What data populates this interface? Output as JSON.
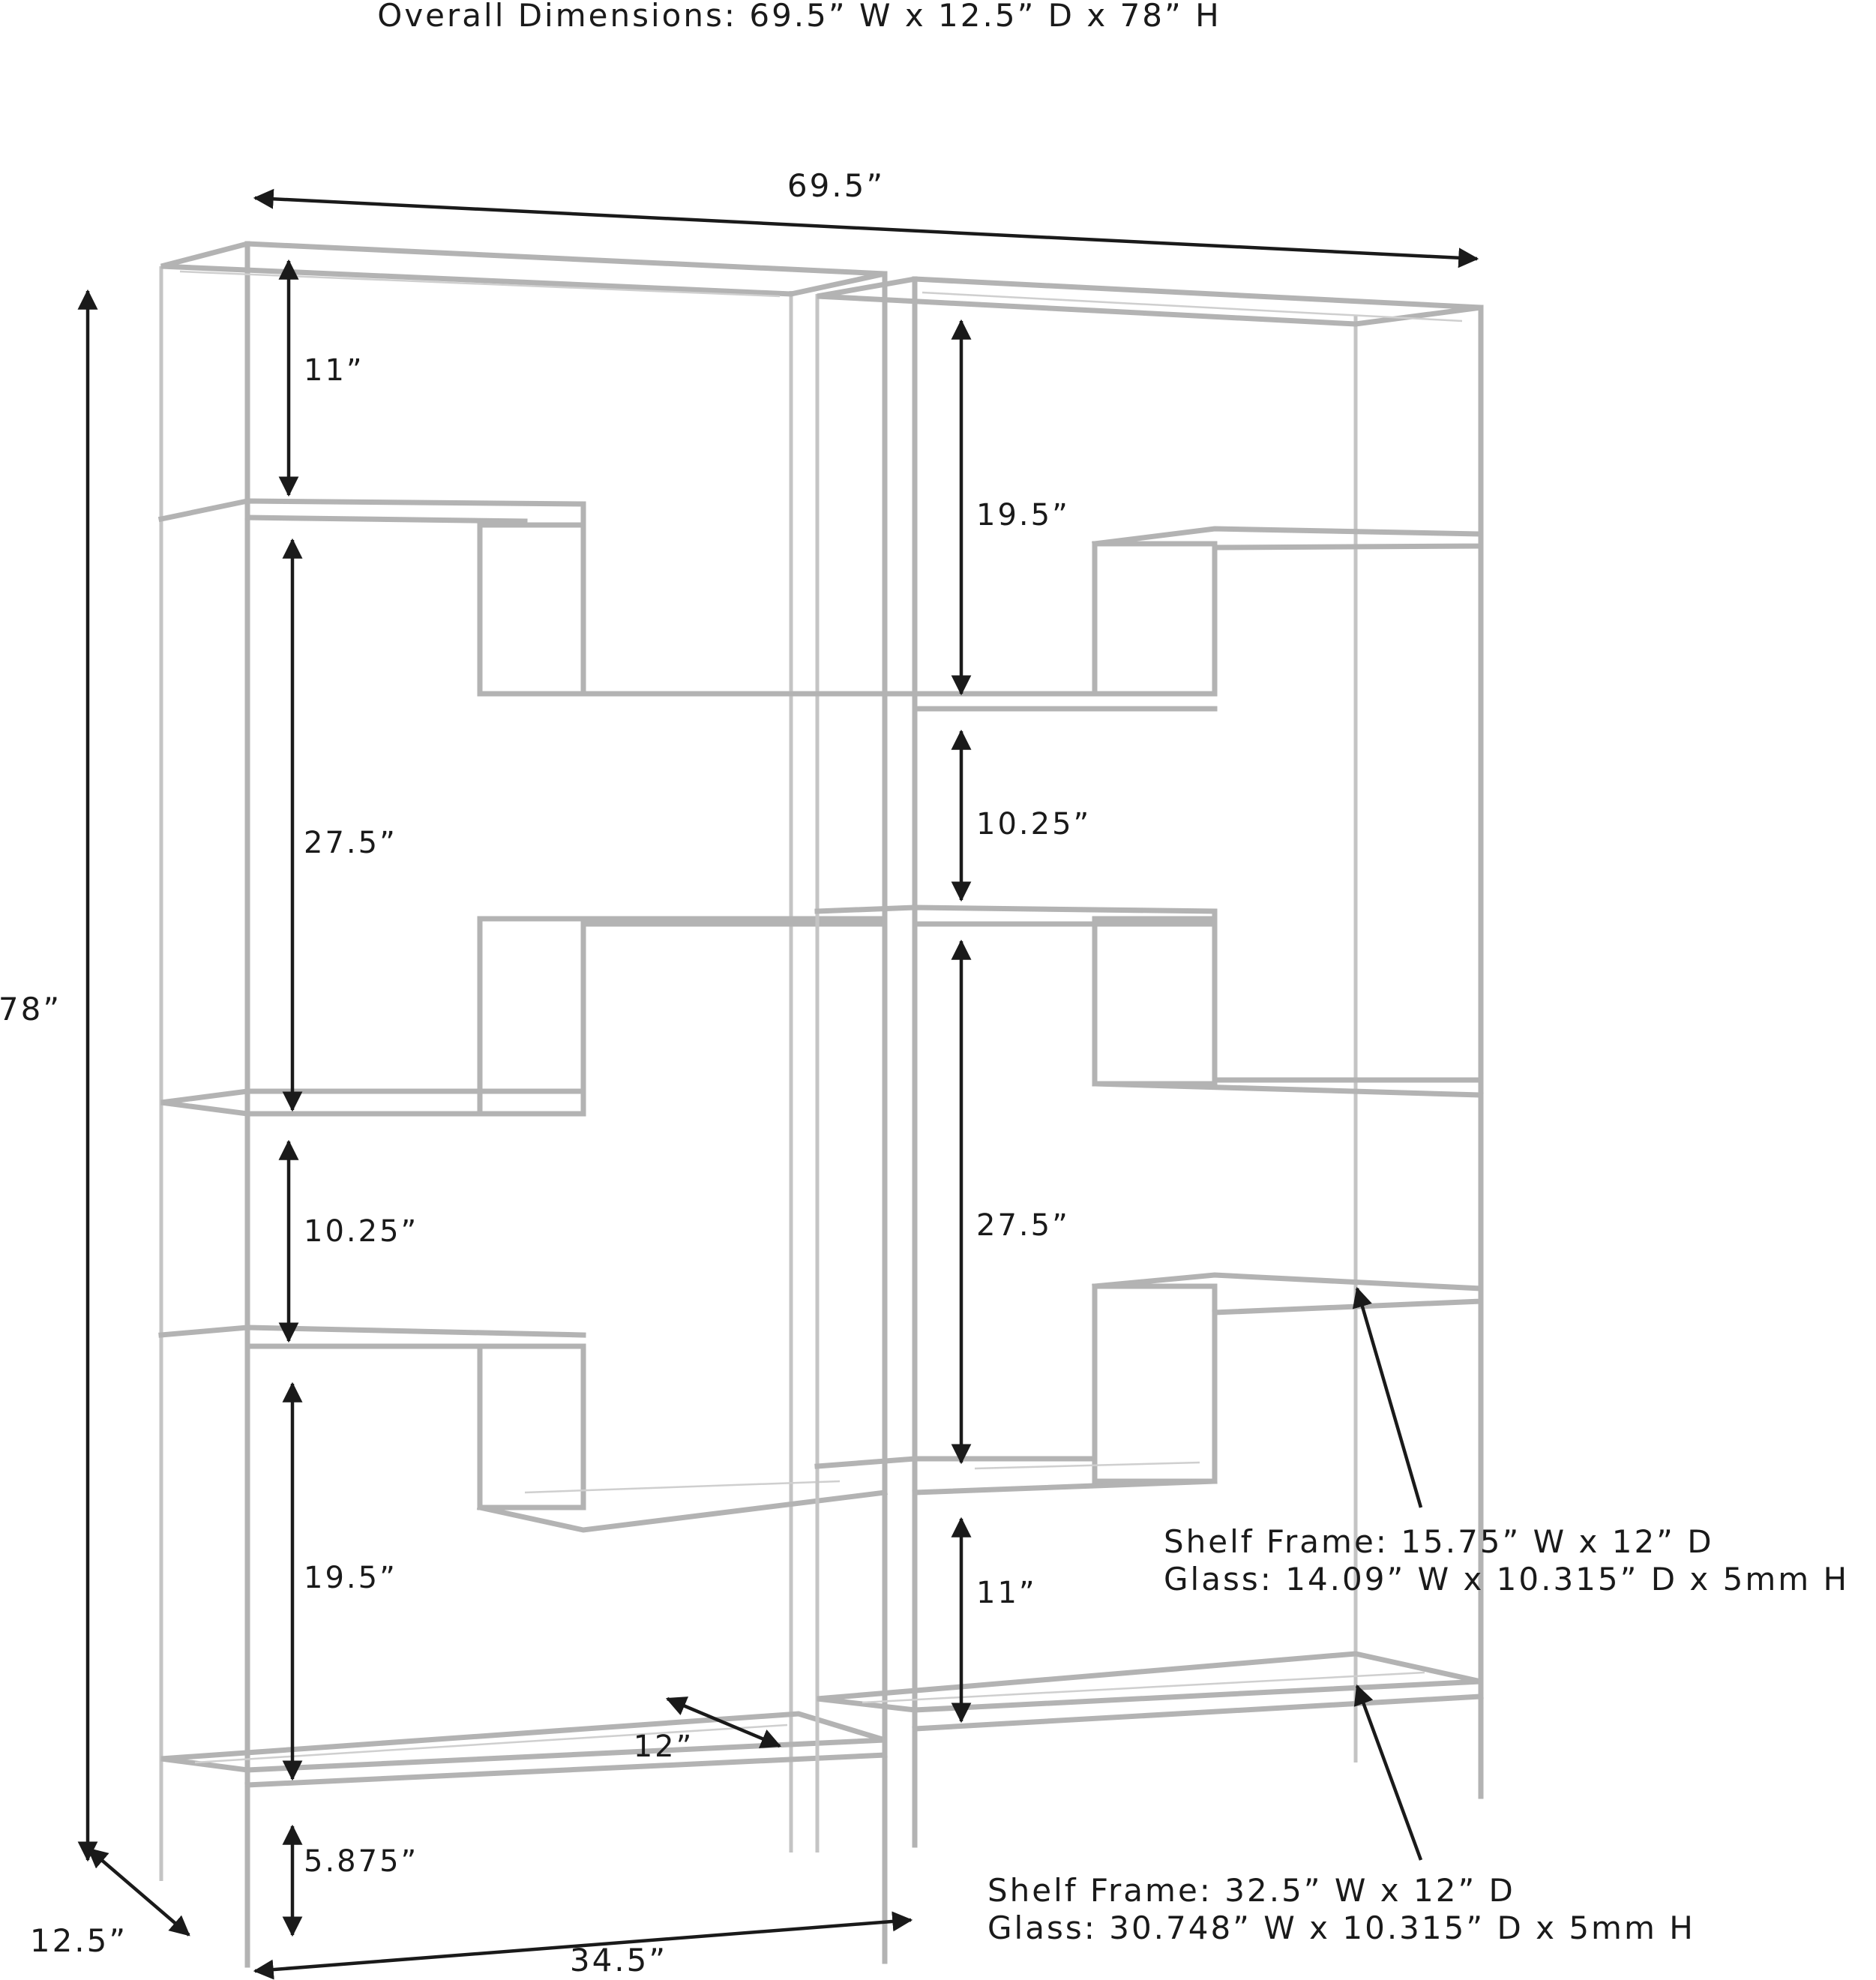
{
  "title": "Overall Dimensions: 69.5” W x 12.5” D x 78” H",
  "dimensions": {
    "overall_width": "69.5”",
    "overall_height": "78”",
    "depth": "12.5”",
    "unit_width": "34.5”",
    "foot_height": "5.875”",
    "shelf_depth": "12”",
    "left_unit_gaps": [
      "11”",
      "27.5”",
      "10.25”",
      "19.5”"
    ],
    "right_unit_gaps": [
      "19.5”",
      "10.25”",
      "27.5”",
      "11”"
    ]
  },
  "callouts": {
    "small_shelf": {
      "frame": "Shelf Frame: 15.75” W x 12” D",
      "glass": "Glass: 14.09” W x 10.315” D x 5mm H"
    },
    "large_shelf": {
      "frame": "Shelf Frame: 32.5” W x 12” D",
      "glass": "Glass: 30.748” W x 10.315” D x 5mm H"
    }
  },
  "colors": {
    "frame": "#b3b3b3",
    "dimension_lines": "#1a1a1a",
    "background": "#ffffff"
  }
}
